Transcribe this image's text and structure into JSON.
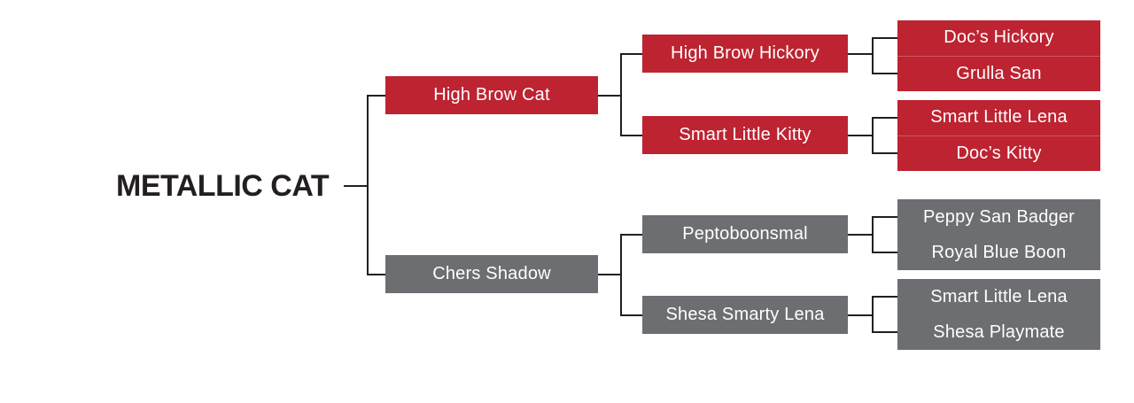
{
  "colors": {
    "sire_line_red": "#BD2331",
    "dam_line_gray": "#6D6E71",
    "connector_black": "#231F20",
    "box_text_white": "#FFFFFF",
    "background": "#FFFFFF"
  },
  "pedigree": {
    "root": "METALLIC CAT",
    "sire_line": {
      "name": "High Brow Cat",
      "sire": {
        "name": "High Brow Hickory",
        "sire": "Doc’s Hickory",
        "dam": "Grulla San"
      },
      "dam": {
        "name": "Smart Little Kitty",
        "sire": "Smart Little Lena",
        "dam": "Doc’s Kitty"
      }
    },
    "dam_line": {
      "name": "Chers Shadow",
      "sire": {
        "name": "Peptoboonsmal",
        "sire": "Peppy San Badger",
        "dam": "Royal Blue Boon"
      },
      "dam": {
        "name": "Shesa Smarty Lena",
        "sire": "Smart Little Lena",
        "dam": "Shesa Playmate"
      }
    }
  }
}
